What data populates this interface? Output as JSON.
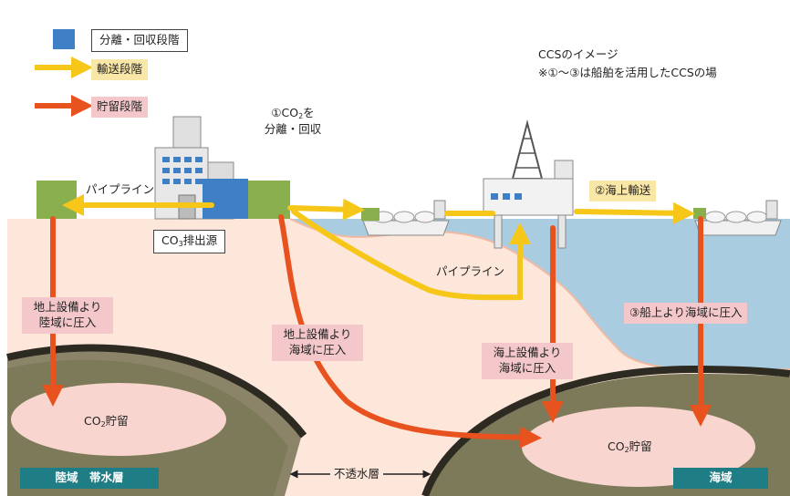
{
  "legend": {
    "separation_label": "分離・回収段階",
    "transport_label": "輸送段階",
    "storage_label": "貯留段階",
    "colors": {
      "separation": "#3f7fc6",
      "transport": "#f6c619",
      "storage": "#e8521e"
    }
  },
  "header": {
    "title": "CCSのイメージ",
    "note": "※①～③は船舶を活用したCCSの場"
  },
  "labels": {
    "step1_line1": "①CO",
    "step1_sub": "2",
    "step1_tail": "を",
    "step1_line2": "分離・回収",
    "pipeline_left": "パイプライン",
    "pipeline_sea": "パイプライン",
    "step2": "②海上輸送",
    "source_prefix": "CO",
    "source_sub": "3",
    "source_suffix": "排出源",
    "land_inject_line1": "地上設備より",
    "land_inject_line2": "陸域に圧入",
    "land_to_sea_line1": "地上設備より",
    "land_to_sea_line2": "海域に圧入",
    "offshore_line1": "海上設備より",
    "offshore_line2": "海域に圧入",
    "ship_inject": "③船上より海域に圧入",
    "storage_left_prefix": "CO",
    "storage_left_sub": "2",
    "storage_left_suffix": "貯留",
    "storage_right_prefix": "CO",
    "storage_right_sub": "2",
    "storage_right_suffix": "貯留",
    "caprock": "不透水層",
    "land_aquifer": "陸域　帯水層",
    "sea_area": "海域"
  }
}
